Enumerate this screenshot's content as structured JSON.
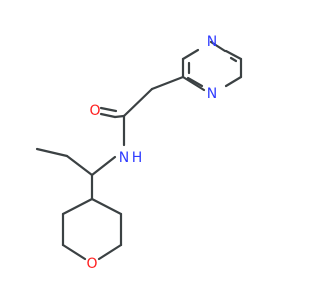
{
  "molecule": {
    "atoms": {
      "n_pyrazine_top": {
        "symbol": "N",
        "color": "#2f3cff"
      },
      "n_pyrazine_bottom": {
        "symbol": "N",
        "color": "#2f3cff"
      },
      "o_carbonyl": {
        "symbol": "O",
        "color": "#ff1e1e"
      },
      "nh_amide": {
        "symbol": "N",
        "h_label": "H",
        "color": "#2f3cff"
      },
      "o_oxane": {
        "symbol": "O",
        "color": "#ff1e1e"
      }
    },
    "colors": {
      "bond": "#3b4143",
      "nitrogen": "#2f3cff",
      "oxygen": "#ff1e1e",
      "background": "#ffffff"
    }
  }
}
